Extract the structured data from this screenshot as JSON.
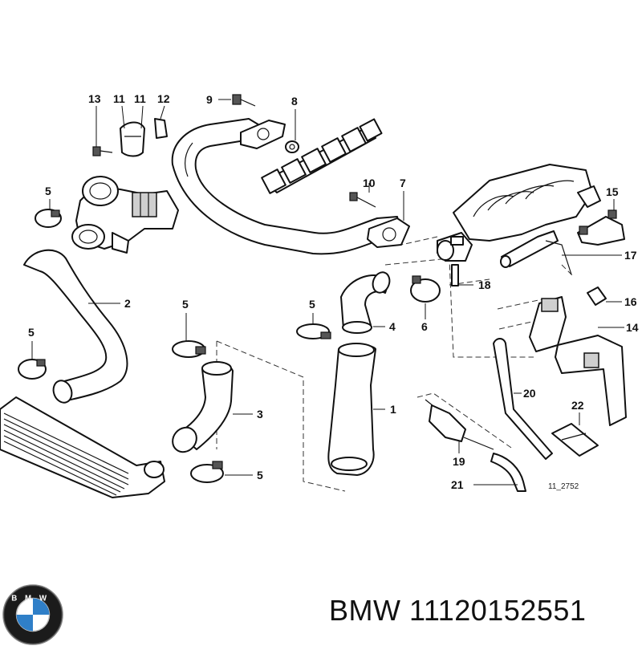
{
  "diagram": {
    "callouts": [
      "1",
      "2",
      "3",
      "4",
      "5",
      "5",
      "5",
      "5",
      "5",
      "6",
      "7",
      "8",
      "9",
      "10",
      "11",
      "11",
      "12",
      "13",
      "14",
      "15",
      "16",
      "17",
      "18",
      "19",
      "20",
      "21",
      "22"
    ],
    "reference_code": "11_2752"
  },
  "footer": {
    "brand": "BMW",
    "part_number": "11120152551",
    "logo_letters": "BMW"
  }
}
